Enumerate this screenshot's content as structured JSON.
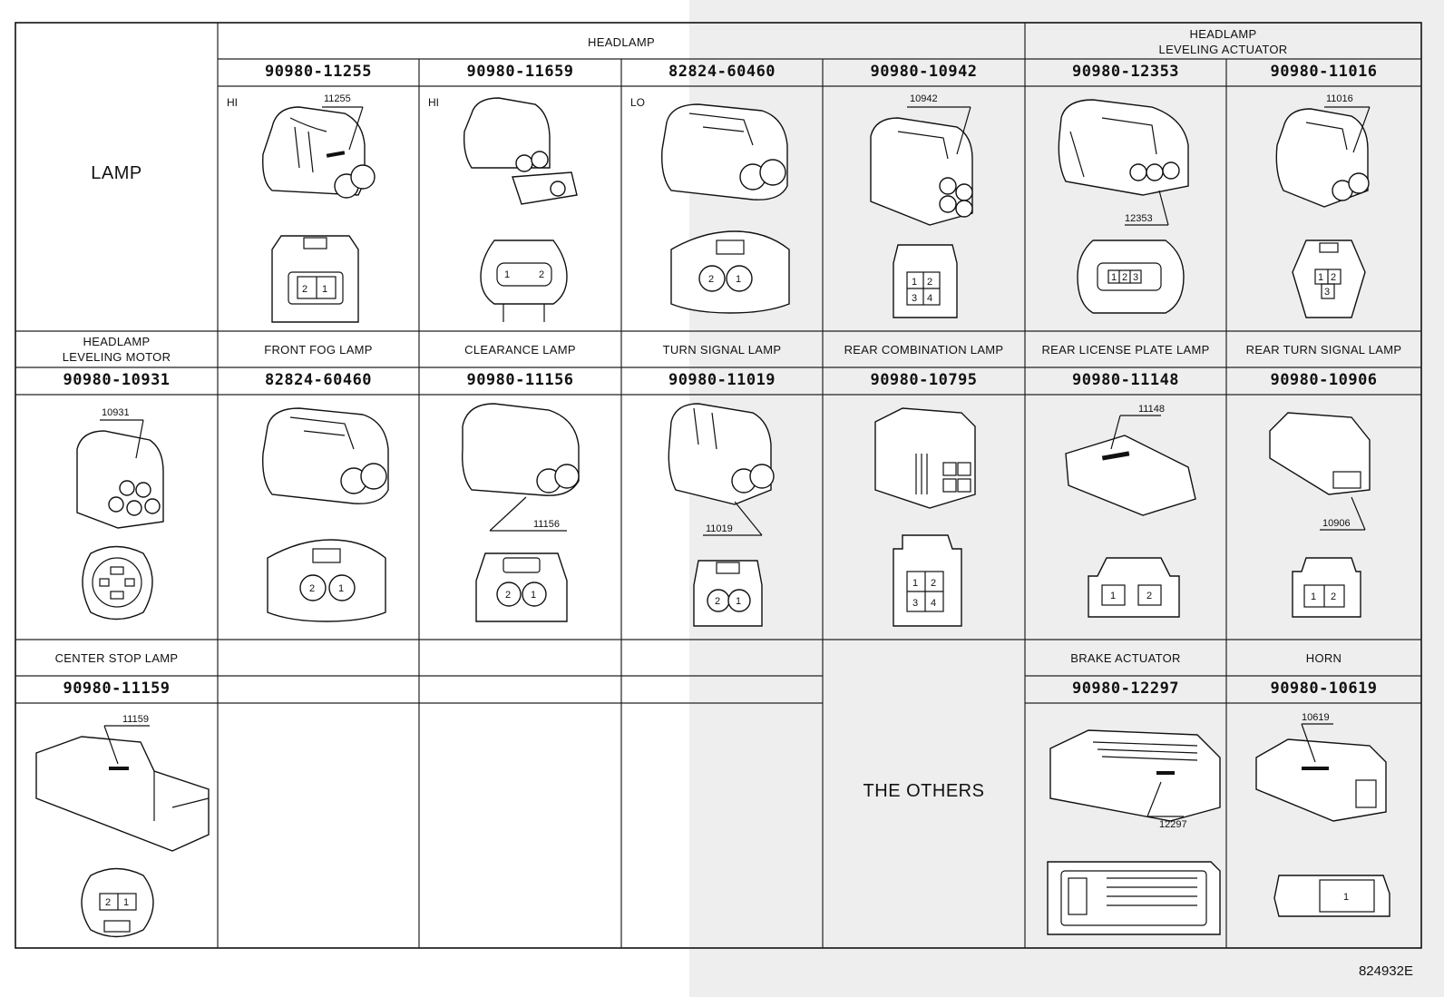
{
  "row1": {
    "group_title": "LAMP",
    "headlamp": "HEADLAMP",
    "headlamp_leveling_actuator": "HEADLAMP\nLEVELING ACTUATOR",
    "parts": [
      {
        "number": "90980-11255",
        "position": "HI",
        "mark": "11255",
        "pins": [
          "2",
          "1"
        ]
      },
      {
        "number": "90980-11659",
        "position": "HI",
        "mark": "",
        "pins": [
          "1",
          "2"
        ]
      },
      {
        "number": "82824-60460",
        "position": "LO",
        "mark": "",
        "pins": [
          "2",
          "1"
        ]
      },
      {
        "number": "90980-10942",
        "position": "",
        "mark": "10942",
        "pins": [
          "1",
          "2",
          "3",
          "4"
        ]
      },
      {
        "number": "90980-12353",
        "position": "",
        "mark": "12353",
        "pins": [
          "1",
          "2",
          "3"
        ]
      },
      {
        "number": "90980-11016",
        "position": "",
        "mark": "11016",
        "pins": [
          "1",
          "2",
          "3"
        ]
      }
    ]
  },
  "row2": {
    "parts": [
      {
        "title": "HEADLAMP\nLEVELING MOTOR",
        "number": "90980-10931",
        "mark": "10931"
      },
      {
        "title": "FRONT FOG LAMP",
        "number": "82824-60460",
        "mark": "",
        "pins": [
          "2",
          "1"
        ]
      },
      {
        "title": "CLEARANCE LAMP",
        "number": "90980-11156",
        "mark": "11156",
        "pins": [
          "2",
          "1"
        ]
      },
      {
        "title": "TURN SIGNAL LAMP",
        "number": "90980-11019",
        "mark": "11019",
        "pins": [
          "2",
          "1"
        ]
      },
      {
        "title": "REAR COMBINATION LAMP",
        "number": "90980-10795",
        "mark": "",
        "pins": [
          "1",
          "2",
          "3",
          "4"
        ]
      },
      {
        "title": "REAR LICENSE PLATE LAMP",
        "number": "90980-11148",
        "mark": "11148",
        "pins": [
          "1",
          "2"
        ]
      },
      {
        "title": "REAR TURN SIGNAL LAMP",
        "number": "90980-10906",
        "mark": "10906",
        "pins": [
          "1",
          "2"
        ]
      }
    ]
  },
  "row3": {
    "center_stop": {
      "title": "CENTER STOP LAMP",
      "number": "90980-11159",
      "mark": "11159",
      "pins": [
        "2",
        "1"
      ]
    },
    "others_title": "THE OTHERS",
    "brake": {
      "title": "BRAKE ACTUATOR",
      "number": "90980-12297",
      "mark": "12297"
    },
    "horn": {
      "title": "HORN",
      "number": "90980-10619",
      "mark": "10619",
      "pins": [
        "1"
      ]
    }
  },
  "footer": {
    "code": "824932E"
  }
}
